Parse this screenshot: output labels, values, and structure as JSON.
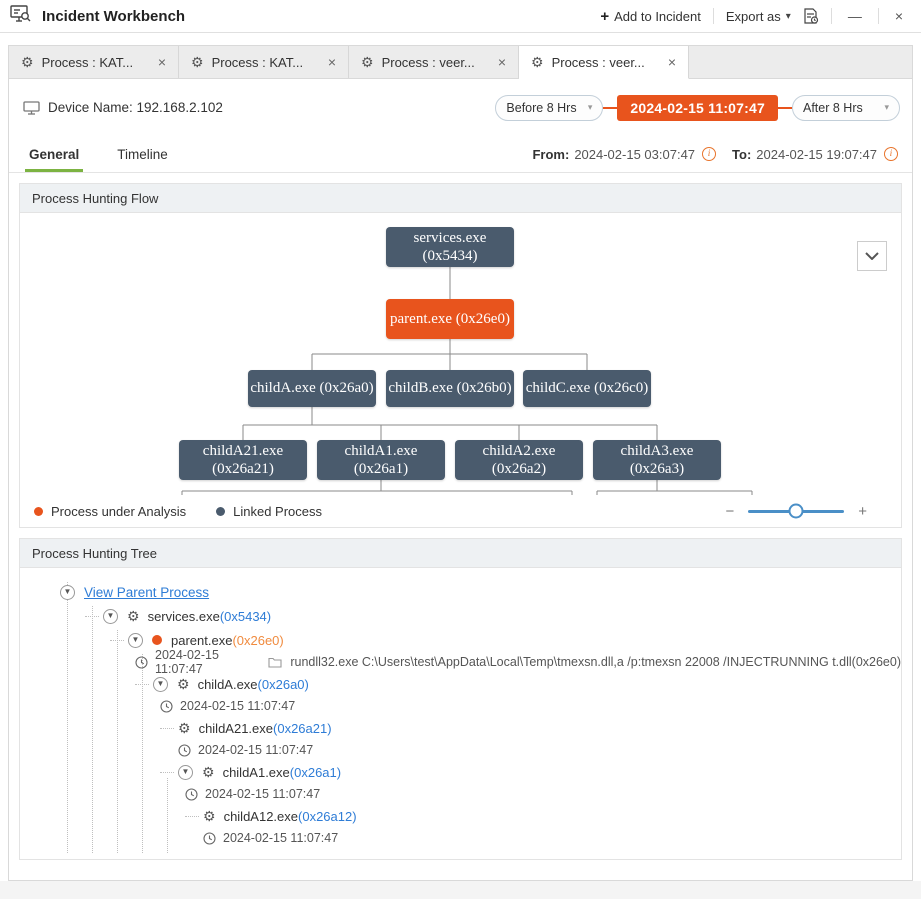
{
  "header": {
    "title": "Incident Workbench",
    "plus": "+",
    "add_to_incident": "Add to Incident",
    "export_as": "Export as",
    "export_caret": "▾",
    "minimize": "—",
    "close": "×"
  },
  "tabs": [
    {
      "label": "Process : KAT...",
      "close": "×"
    },
    {
      "label": "Process : KAT...",
      "close": "×"
    },
    {
      "label": "Process : veer...",
      "close": "×"
    },
    {
      "label": "Process : veer...",
      "close": "×"
    }
  ],
  "device": {
    "text": "Device Name: 192.168.2.102"
  },
  "timebar": {
    "before": "Before 8 Hrs",
    "pivot": "2024-02-15 11:07:47",
    "after": "After 8 Hrs",
    "caret": "▾"
  },
  "view_tabs": {
    "general": "General",
    "timeline": "Timeline"
  },
  "range": {
    "from_label": "From:",
    "from_value": "2024-02-15 03:07:47",
    "to_label": "To:",
    "to_value": "2024-02-15 19:07:47",
    "info_glyph": "i"
  },
  "flow": {
    "title": "Process Hunting Flow",
    "nodes": {
      "services": {
        "line1": "services.exe",
        "line2": "(0x5434)"
      },
      "parent": {
        "line1": "parent.exe (0x26e0)"
      },
      "childA": {
        "line1": "childA.exe (0x26a0)"
      },
      "childB": {
        "line1": "childB.exe (0x26b0)"
      },
      "childC": {
        "line1": "childC.exe (0x26c0)"
      },
      "childA21": {
        "line1": "childA21.exe",
        "line2": "(0x26a21)"
      },
      "childA1": {
        "line1": "childA1.exe",
        "line2": "(0x26a1)"
      },
      "childA2": {
        "line1": "childA2.exe",
        "line2": "(0x26a2)"
      },
      "childA3": {
        "line1": "childA3.exe",
        "line2": "(0x26a3)"
      }
    },
    "legend": [
      {
        "label": "Process under Analysis",
        "color": "#e8541d"
      },
      {
        "label": "Linked Process",
        "color": "#4a5b6d"
      }
    ],
    "zoom": {
      "minus": "−",
      "plus": "+"
    }
  },
  "tree": {
    "title": "Process Hunting Tree",
    "link": "View Parent Process",
    "rows": {
      "services": {
        "name": "services.exe",
        "pid": "(0x5434)"
      },
      "parent": {
        "name": "parent.exe",
        "pid": "(0x26e0)"
      },
      "parent_detail": {
        "time": "2024-02-15 11:07:47",
        "cmd": "rundll32.exe C:\\Users\\test\\AppData\\Local\\Temp\\tmexsn.dll,a /p:tmexsn 22008 /INJECTRUNNING t.dll(0x26e0)"
      },
      "childA": {
        "name": "childA.exe",
        "pid": "(0x26a0)",
        "time": "2024-02-15 11:07:47"
      },
      "childA21": {
        "name": "childA21.exe",
        "pid": "(0x26a21)",
        "time": "2024-02-15 11:07:47"
      },
      "childA1": {
        "name": "childA1.exe",
        "pid": "(0x26a1)",
        "time": "2024-02-15 11:07:47"
      },
      "childA12": {
        "name": "childA12.exe",
        "pid": "(0x26a12)",
        "time": "2024-02-15 11:07:47"
      }
    }
  },
  "colors": {
    "accent_orange": "#e8541d",
    "node_slate": "#4a5b6d",
    "link_blue": "#2e7cd6",
    "pid_orange": "#f08b3f",
    "tab_underline_green": "#7cb342"
  }
}
